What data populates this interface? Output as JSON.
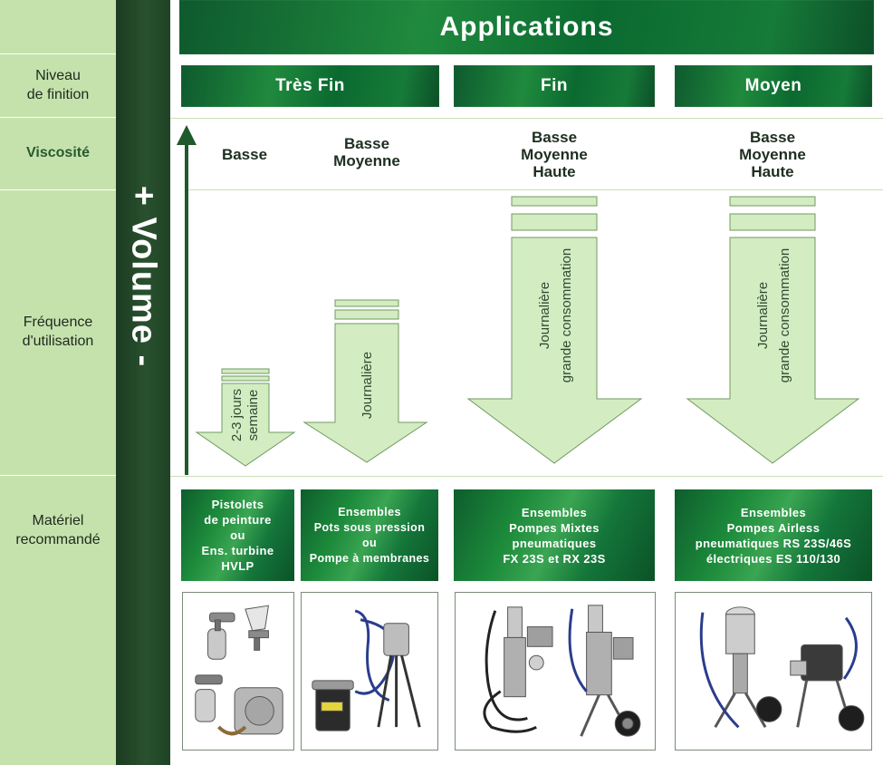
{
  "header": {
    "title": "Applications"
  },
  "left_labels": {
    "finish_level": "Niveau\nde finition",
    "viscosity": "Viscosité",
    "frequency": "Fréquence\nd'utilisation",
    "material": "Matériel\nrecommandé"
  },
  "volume_label": "+ Volume -",
  "finish_levels": [
    "Très Fin",
    "Fin",
    "Moyen"
  ],
  "viscosities": [
    "Basse",
    "Basse\nMoyenne",
    "Basse\nMoyenne\nHaute",
    "Basse\nMoyenne\nHaute"
  ],
  "frequency_arrows": [
    "2-3 jours\nsemaine",
    "Journalière",
    "Journalière\ngrande consommation",
    "Journalière\ngrande consommation"
  ],
  "materials": [
    [
      "Pistolets",
      "de peinture",
      "ou",
      "Ens. turbine",
      "HVLP"
    ],
    [
      "Ensembles",
      "Pots sous pression",
      "ou",
      "Pompe à membranes"
    ],
    [
      "Ensembles",
      "Pompes Mixtes",
      "pneumatiques",
      "FX 23S et RX 23S"
    ],
    [
      "Ensembles",
      "Pompes Airless",
      "pneumatiques RS 23S/46S",
      "électriques ES 110/130"
    ]
  ],
  "photos": [
    "spray-guns-and-turbine",
    "pressure-pot-and-diaphragm-pump",
    "mixed-pump-sets",
    "airless-pump-sets"
  ],
  "colors": {
    "dark_green": "#1e5a2b",
    "light_green": "#d4ecc2",
    "left_panel": "#c5e2ad"
  }
}
